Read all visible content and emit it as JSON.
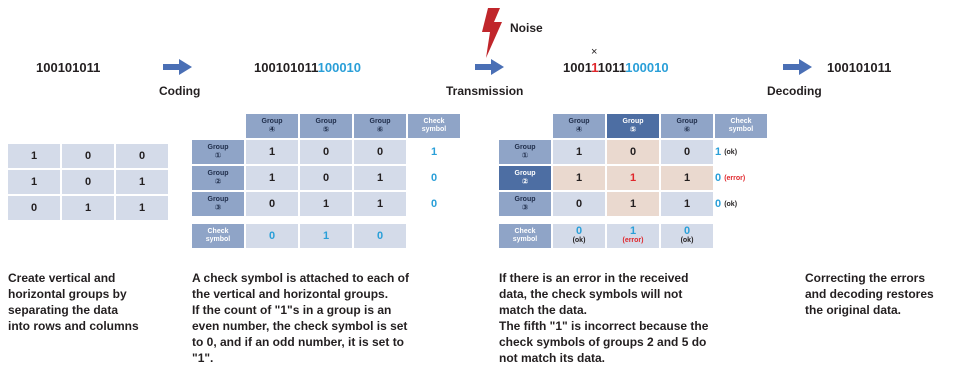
{
  "original_bits": "100101011",
  "encoded_bits": {
    "data": "100101011",
    "check": "100010"
  },
  "received_bits": {
    "a": "1001",
    "err": "1",
    "b": "1011",
    "check": "100010"
  },
  "decoded_bits": "100101011",
  "x_mark": "×",
  "steps": {
    "coding": "Coding",
    "transmission": "Transmission",
    "decoding": "Decoding",
    "noise": "Noise"
  },
  "labels": {
    "group": "Group",
    "check": "Check",
    "symbol": "symbol",
    "nums": [
      "①",
      "②",
      "③",
      "④",
      "⑤",
      "⑥"
    ],
    "ok": "(ok)",
    "error": "(error)"
  },
  "table1": [
    [
      "1",
      "0",
      "0"
    ],
    [
      "1",
      "0",
      "1"
    ],
    [
      "0",
      "1",
      "1"
    ]
  ],
  "table2": {
    "rows": [
      [
        "1",
        "0",
        "0"
      ],
      [
        "1",
        "0",
        "1"
      ],
      [
        "0",
        "1",
        "1"
      ]
    ],
    "row_checks": [
      "1",
      "0",
      "0"
    ],
    "col_checks": [
      "0",
      "1",
      "0"
    ]
  },
  "table3": {
    "rows": [
      [
        "1",
        "0",
        "0"
      ],
      [
        "1",
        "1",
        "1"
      ],
      [
        "0",
        "1",
        "1"
      ]
    ],
    "row_checks": [
      "1",
      "0",
      "0"
    ],
    "col_checks": [
      "0",
      "1",
      "0"
    ]
  },
  "descriptions": {
    "d1": [
      "Create vertical and",
      "horizontal groups by",
      "separating the data",
      "into rows and columns"
    ],
    "d2": [
      "A check symbol is attached to each of",
      "the vertical and horizontal groups.",
      "If the count of \"1\"s in a group is an",
      "even number, the check symbol is set",
      "to 0, and if an odd number, it is set to",
      "\"1\"."
    ],
    "d3": [
      "If there is an error in the received",
      "data, the check symbols will not",
      "match the data.",
      "The fifth \"1\" is incorrect because the",
      "check symbols of groups 2 and 5 do",
      "not match its data."
    ],
    "d4": [
      "Correcting the errors",
      "and decoding restores",
      "the original data."
    ]
  },
  "colors": {
    "arrow": "#4a6fb5",
    "lightning": "#c0262b",
    "check_blue": "#2a9fd8",
    "error_red": "#e0262b"
  }
}
